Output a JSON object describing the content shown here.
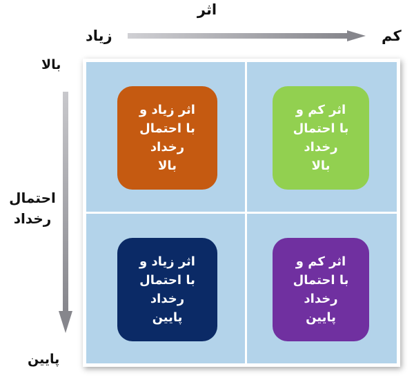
{
  "axes": {
    "impact": {
      "title": "اثر",
      "high": "زیاد",
      "low": "کم"
    },
    "probability": {
      "title": "احتمال رخداد",
      "high": "بالا",
      "low": "پایین"
    }
  },
  "quadrants": [
    {
      "position": "top-left",
      "text": "اثر زیاد و\nبا احتمال\nرخداد\nبالا",
      "color": "#c55a11"
    },
    {
      "position": "top-right",
      "text": "اثر کم و\nبا احتمال\nرخداد\nبالا",
      "color": "#92d050"
    },
    {
      "position": "bottom-left",
      "text": "اثر زیاد و\nبا احتمال\nرخداد\nپایین",
      "color": "#0b2a66"
    },
    {
      "position": "bottom-right",
      "text": "اثر کم و\nبا احتمال\nرخداد\nپایین",
      "color": "#7030a0"
    }
  ],
  "colors": {
    "cell_background": "#b3d3ea",
    "arrow": "#8e8e93"
  }
}
